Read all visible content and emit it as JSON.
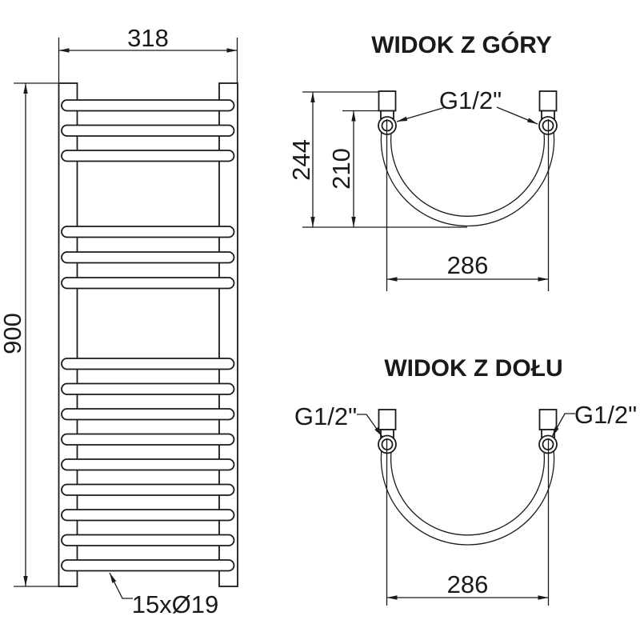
{
  "colors": {
    "line": "#1a1a1a",
    "background": "#ffffff"
  },
  "front_view": {
    "width_label": "318",
    "height_label": "900",
    "rungs_label": "15xØ19"
  },
  "top_view": {
    "title": "WIDOK Z GÓRY",
    "connection_label": "G1/2\"",
    "overall_depth_label": "244",
    "pipe_depth_label": "210",
    "pipe_spacing_label": "286"
  },
  "bottom_view": {
    "title": "WIDOK Z DOŁU",
    "connection_left_label": "G1/2\"",
    "connection_right_label": "G1/2\"",
    "pipe_spacing_label": "286"
  }
}
